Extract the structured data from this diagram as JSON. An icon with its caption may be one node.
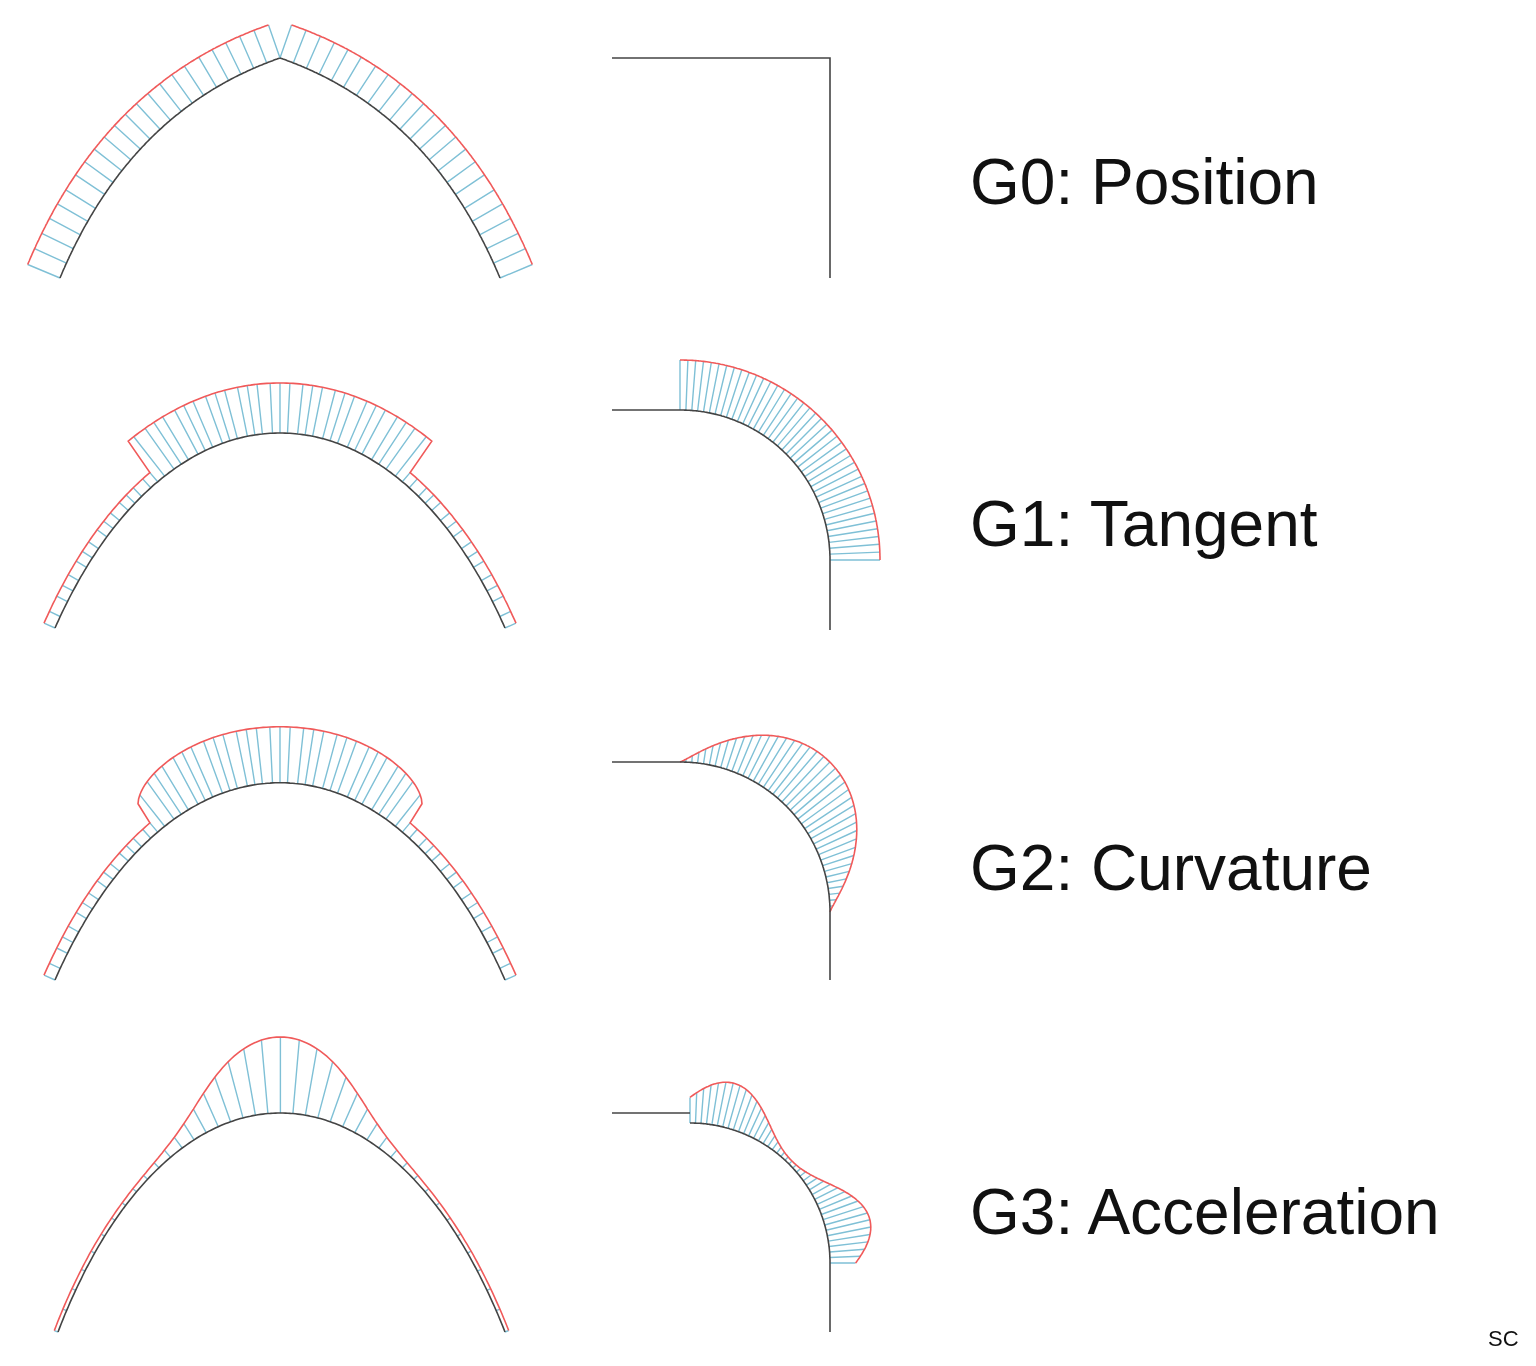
{
  "diagram": {
    "labels": [
      "G0: Position",
      "G1: Tangent",
      "G2: Curvature",
      "G3: Acceleration",
      "SC"
    ]
  }
}
